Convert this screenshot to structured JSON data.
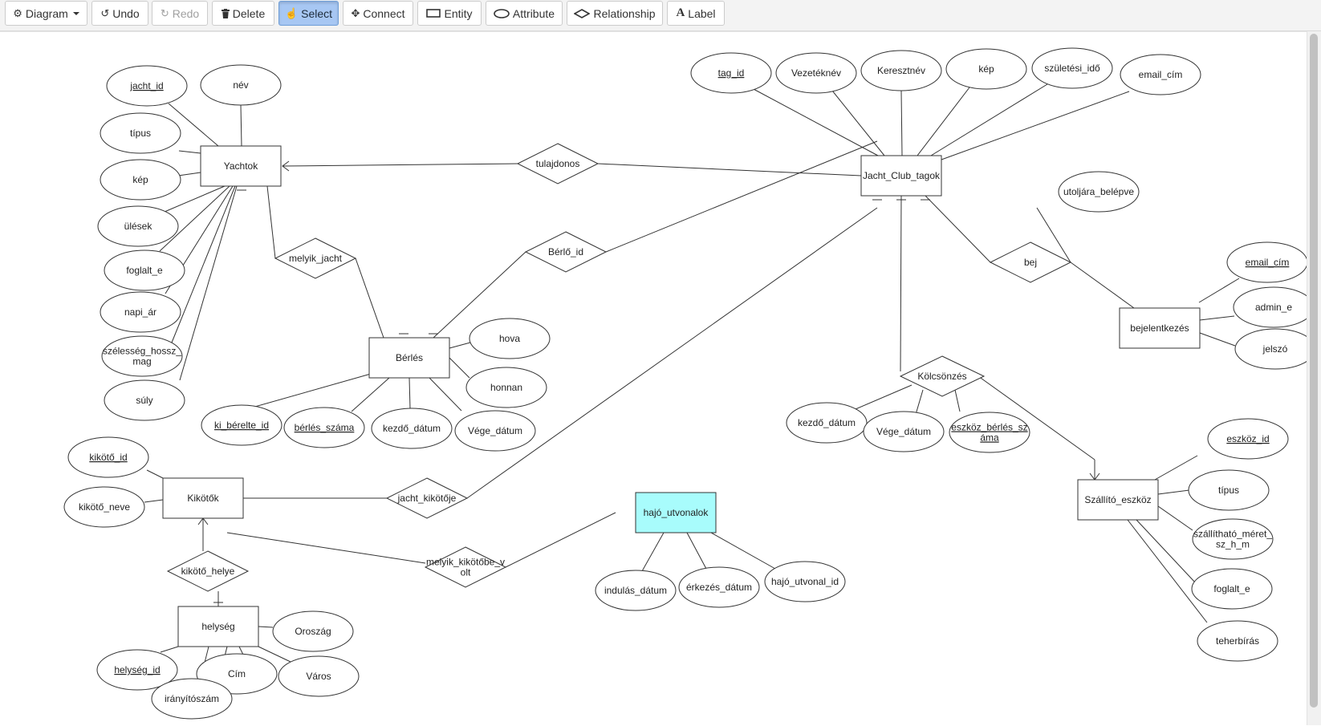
{
  "toolbar": {
    "diagram": "Diagram",
    "undo": "Undo",
    "redo": "Redo",
    "delete": "Delete",
    "select": "Select",
    "connect": "Connect",
    "entity": "Entity",
    "attribute": "Attribute",
    "relationship": "Relationship",
    "label": "Label"
  },
  "colors": {
    "highlight_entity": "#a8fcfc",
    "select_active": "#a7c7f3"
  },
  "entities": [
    {
      "id": "yachtok",
      "label": "Yachtok"
    },
    {
      "id": "jacht_club_tagok",
      "label": "Jacht_Club_tagok"
    },
    {
      "id": "berles",
      "label": "Bérlés"
    },
    {
      "id": "bejelentkezes",
      "label": "bejelentkezés"
    },
    {
      "id": "kikotok",
      "label": "Kikötők"
    },
    {
      "id": "hajo_utvonalok",
      "label": "hajó_utvonalok",
      "highlight": true
    },
    {
      "id": "szallito_eszkoz",
      "label": "Szállító_eszköz"
    },
    {
      "id": "helyseg",
      "label": "helység"
    }
  ],
  "relationships": [
    {
      "id": "tulajdonos",
      "label": "tulajdonos"
    },
    {
      "id": "melyik_jacht",
      "label": "melyik_jacht"
    },
    {
      "id": "berlo_id",
      "label": "Bérlő_id"
    },
    {
      "id": "bej",
      "label": "bej"
    },
    {
      "id": "kolcsonzes",
      "label": "Kölcsönzés"
    },
    {
      "id": "jacht_kikotoje",
      "label": "jacht_kikötője"
    },
    {
      "id": "melyik_kikotobe_volt",
      "lines": [
        "melyik_kikötőbe_v",
        "olt"
      ]
    },
    {
      "id": "kikoto_helye",
      "label": "kikötő_helye"
    }
  ],
  "attributes": [
    {
      "id": "jacht_id",
      "lines": [
        "jacht_id"
      ],
      "key": true
    },
    {
      "id": "nev",
      "lines": [
        "név"
      ]
    },
    {
      "id": "tipus_y",
      "lines": [
        "típus"
      ]
    },
    {
      "id": "kep_y",
      "lines": [
        "kép"
      ]
    },
    {
      "id": "ulesek",
      "lines": [
        "ülések"
      ]
    },
    {
      "id": "foglalt_e_y",
      "lines": [
        "foglalt_e"
      ]
    },
    {
      "id": "napi_ar",
      "lines": [
        "napi_ár"
      ]
    },
    {
      "id": "szelesseg",
      "lines": [
        "szélesség_hossz_",
        "mag"
      ]
    },
    {
      "id": "suly",
      "lines": [
        "súly"
      ]
    },
    {
      "id": "tag_id",
      "lines": [
        "tag_id"
      ],
      "key": true
    },
    {
      "id": "vezeteknev",
      "lines": [
        "Vezetéknév"
      ]
    },
    {
      "id": "keresztnev",
      "lines": [
        "Keresztnév"
      ]
    },
    {
      "id": "kep_t",
      "lines": [
        "kép"
      ]
    },
    {
      "id": "szuletesi_ido",
      "lines": [
        "születési_idő"
      ]
    },
    {
      "id": "email_cim_t",
      "lines": [
        "email_cím"
      ]
    },
    {
      "id": "utoljara_belepve",
      "lines": [
        "utoljára_belépve"
      ]
    },
    {
      "id": "email_cim_b",
      "lines": [
        "email_cím"
      ],
      "key": true
    },
    {
      "id": "admin_e",
      "lines": [
        "admin_e"
      ]
    },
    {
      "id": "jelszo",
      "lines": [
        "jelszó"
      ]
    },
    {
      "id": "hova",
      "lines": [
        "hova"
      ]
    },
    {
      "id": "honnan",
      "lines": [
        "honnan"
      ]
    },
    {
      "id": "ki_berelte_id",
      "lines": [
        "ki_bérelte_id"
      ],
      "key": true
    },
    {
      "id": "berles_szama",
      "lines": [
        "bérlés_száma"
      ],
      "key": true
    },
    {
      "id": "kezdo_datum_b",
      "lines": [
        "kezdő_dátum"
      ]
    },
    {
      "id": "vege_datum_b",
      "lines": [
        "Vége_dátum"
      ]
    },
    {
      "id": "kezdo_datum_k",
      "lines": [
        "kezdő_dátum"
      ]
    },
    {
      "id": "vege_datum_k",
      "lines": [
        "Vége_dátum"
      ]
    },
    {
      "id": "eszkoz_berles_szama",
      "lines": [
        "eszköz_bérlés_sz",
        "áma"
      ],
      "key": true
    },
    {
      "id": "eszkoz_id",
      "lines": [
        "eszköz_id"
      ],
      "key": true
    },
    {
      "id": "tipus_s",
      "lines": [
        "típus"
      ]
    },
    {
      "id": "szallithato_meret",
      "lines": [
        "szállítható_méret_",
        "sz_h_m"
      ]
    },
    {
      "id": "foglalt_e_s",
      "lines": [
        "foglalt_e"
      ]
    },
    {
      "id": "teherbiras",
      "lines": [
        "teherbírás"
      ]
    },
    {
      "id": "kikoto_id",
      "lines": [
        "kikötő_id"
      ],
      "key": true
    },
    {
      "id": "kikoto_neve",
      "lines": [
        "kikötő_neve"
      ]
    },
    {
      "id": "indulas_datum",
      "lines": [
        "indulás_dátum"
      ]
    },
    {
      "id": "erkezes_datum",
      "lines": [
        "érkezés_dátum"
      ]
    },
    {
      "id": "hajo_utvonal_id",
      "lines": [
        "hajó_utvonal_id"
      ]
    },
    {
      "id": "orosz",
      "lines": [
        "Oroszág"
      ]
    },
    {
      "id": "varos",
      "lines": [
        "Város"
      ]
    },
    {
      "id": "cim",
      "lines": [
        "Cím"
      ]
    },
    {
      "id": "helyseg_id",
      "lines": [
        "helység_id"
      ],
      "key": true
    },
    {
      "id": "iranyitoszam",
      "lines": [
        "irányítószám"
      ]
    }
  ]
}
